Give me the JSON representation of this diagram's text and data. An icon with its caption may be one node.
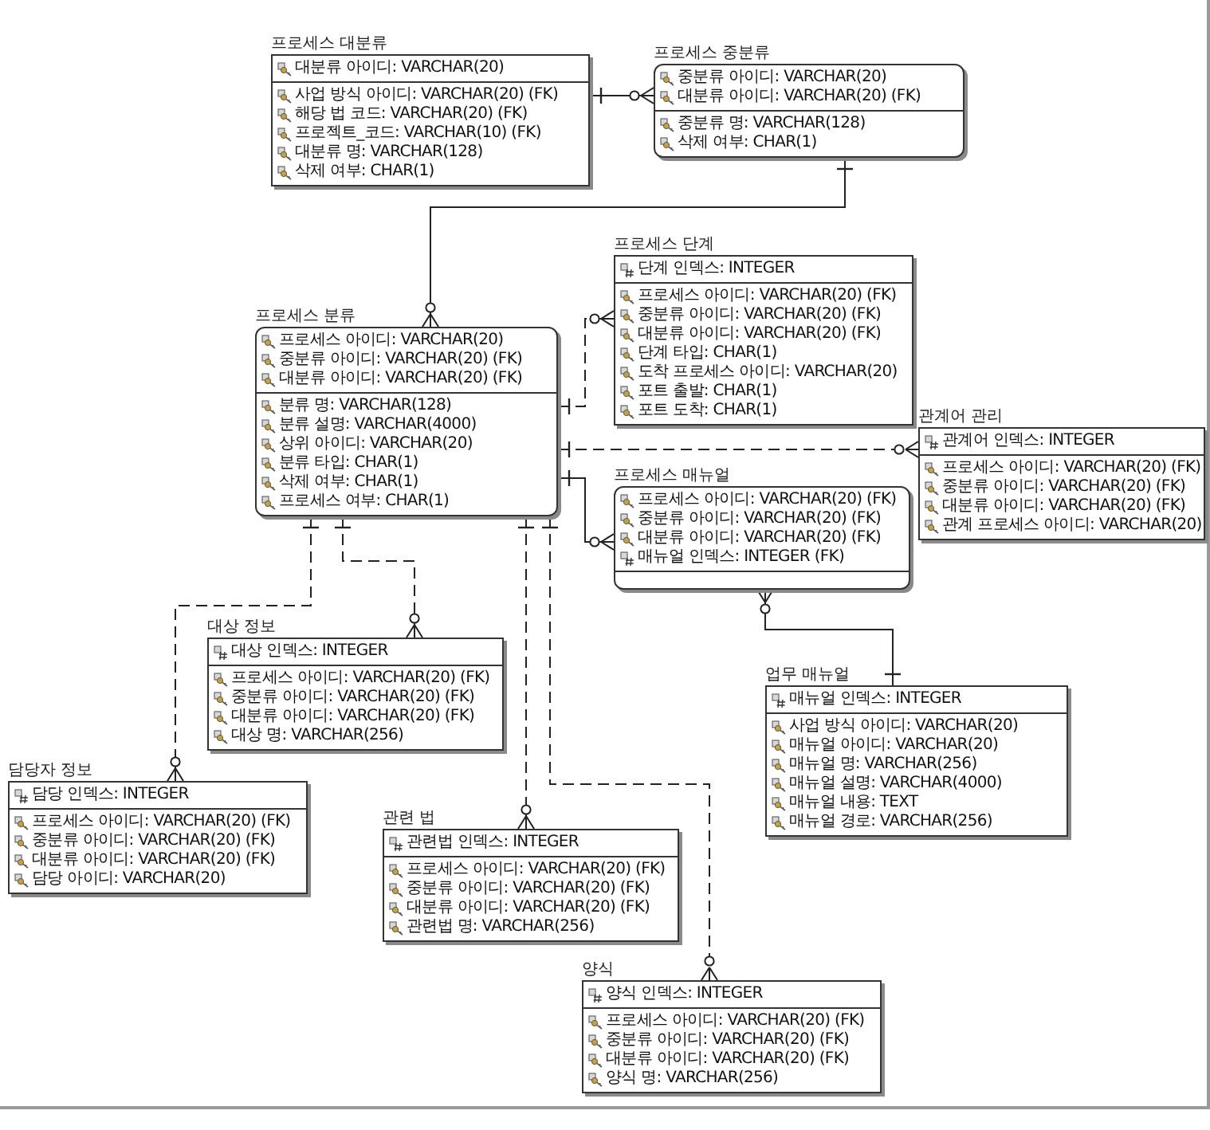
{
  "diagram": {
    "nodes": [
      {
        "text": [
          "프로세스 대분류",
          "대분류 아이디: VARCHAR(20)",
          "사업 방식 아이디: VARCHAR(20) (FK)",
          "해당 법 코드: VARCHAR(20) (FK)",
          "프로젝트_코드: VARCHAR(10) (FK)",
          "대분류 명: VARCHAR(128)",
          "삭제 여부: CHAR(1)"
        ]
      },
      {
        "text": [
          "프로세스 중분류",
          "중분류 아이디: VARCHAR(20)",
          "대분류 아이디: VARCHAR(20) (FK)",
          "중분류 명: VARCHAR(128)",
          "삭제 여부: CHAR(1)"
        ]
      },
      {
        "text": [
          "프로세스 분류",
          "프로세스 아이디: VARCHAR(20)",
          "중분류 아이디: VARCHAR(20) (FK)",
          "대분류 아이디: VARCHAR(20) (FK)",
          "분류 명: VARCHAR(128)",
          "분류 설명: VARCHAR(4000)",
          "상위 아이디: VARCHAR(20)",
          "분류 타입: CHAR(1)",
          "삭제 여부: CHAR(1)",
          "프로세스 여부: CHAR(1)"
        ]
      },
      {
        "text": [
          "프로세스 단계",
          "단계 인덱스: INTEGER",
          "프로세스 아이디: VARCHAR(20) (FK)",
          "중분류 아이디: VARCHAR(20) (FK)",
          "대분류 아이디: VARCHAR(20) (FK)",
          "단계 타입: CHAR(1)",
          "도착 프로세스 아이디: VARCHAR(20)",
          "포트 출발: CHAR(1)",
          "포트 도착: CHAR(1)"
        ]
      },
      {
        "text": [
          "관계어 관리",
          "관계어 인덱스: INTEGER",
          "프로세스 아이디: VARCHAR(20) (FK)",
          "중분류 아이디: VARCHAR(20) (FK)",
          "대분류 아이디: VARCHAR(20) (FK)",
          "관계 프로세스 아이디: VARCHAR(20)"
        ]
      },
      {
        "text": [
          "프로세스 매뉴얼",
          "프로세스 아이디: VARCHAR(20) (FK)",
          "중분류 아이디: VARCHAR(20) (FK)",
          "대분류 아이디: VARCHAR(20) (FK)",
          "매뉴얼 인덱스: INTEGER (FK)"
        ]
      },
      {
        "text": [
          "업무 매뉴얼",
          "매뉴얼 인덱스: INTEGER",
          "사업 방식 아이디: VARCHAR(20)",
          "매뉴얼 아이디: VARCHAR(20)",
          "매뉴얼 명: VARCHAR(256)",
          "매뉴얼 설명: VARCHAR(4000)",
          "매뉴얼 내용: TEXT",
          "매뉴얼 경로: VARCHAR(256)"
        ]
      },
      {
        "text": [
          "대상 정보",
          "대상 인덱스: INTEGER",
          "프로세스 아이디: VARCHAR(20) (FK)",
          "중분류 아이디: VARCHAR(20) (FK)",
          "대분류 아이디: VARCHAR(20) (FK)",
          "대상 명: VARCHAR(256)"
        ]
      },
      {
        "text": [
          "담당자 정보",
          "담당 인덱스: INTEGER",
          "프로세스 아이디: VARCHAR(20) (FK)",
          "중분류 아이디: VARCHAR(20) (FK)",
          "대분류 아이디: VARCHAR(20) (FK)",
          "담당 아이디: VARCHAR(20)"
        ]
      },
      {
        "text": [
          "관련 법",
          "관련법 인덱스: INTEGER",
          "프로세스 아이디: VARCHAR(20) (FK)",
          "중분류 아이디: VARCHAR(20) (FK)",
          "대분류 아이디: VARCHAR(20) (FK)",
          "관련법 명: VARCHAR(256)"
        ]
      },
      {
        "text": [
          "양식",
          "양식 인덱스: INTEGER",
          "프로세스 아이디: VARCHAR(20) (FK)",
          "중분류 아이디: VARCHAR(20) (FK)",
          "대분류 아이디: VARCHAR(20) (FK)",
          "양식 명: VARCHAR(256)"
        ]
      }
    ],
    "edges": [
      {
        "from": 0,
        "to": 1,
        "arrow": "other"
      },
      {
        "from": 1,
        "to": 2,
        "arrow": "other"
      },
      {
        "from": 2,
        "to": 3,
        "arrow": "other",
        "style": "dashed"
      },
      {
        "from": 2,
        "to": 4,
        "arrow": "other",
        "style": "dashed"
      },
      {
        "from": 2,
        "to": 5,
        "arrow": "other"
      },
      {
        "from": 6,
        "to": 5,
        "arrow": "other"
      },
      {
        "from": 2,
        "to": 8,
        "arrow": "other",
        "style": "dashed"
      },
      {
        "from": 2,
        "to": 7,
        "arrow": "other",
        "style": "dashed"
      },
      {
        "from": 2,
        "to": 9,
        "arrow": "other",
        "style": "dashed"
      },
      {
        "from": 2,
        "to": 10,
        "arrow": "other",
        "style": "dashed"
      }
    ]
  }
}
